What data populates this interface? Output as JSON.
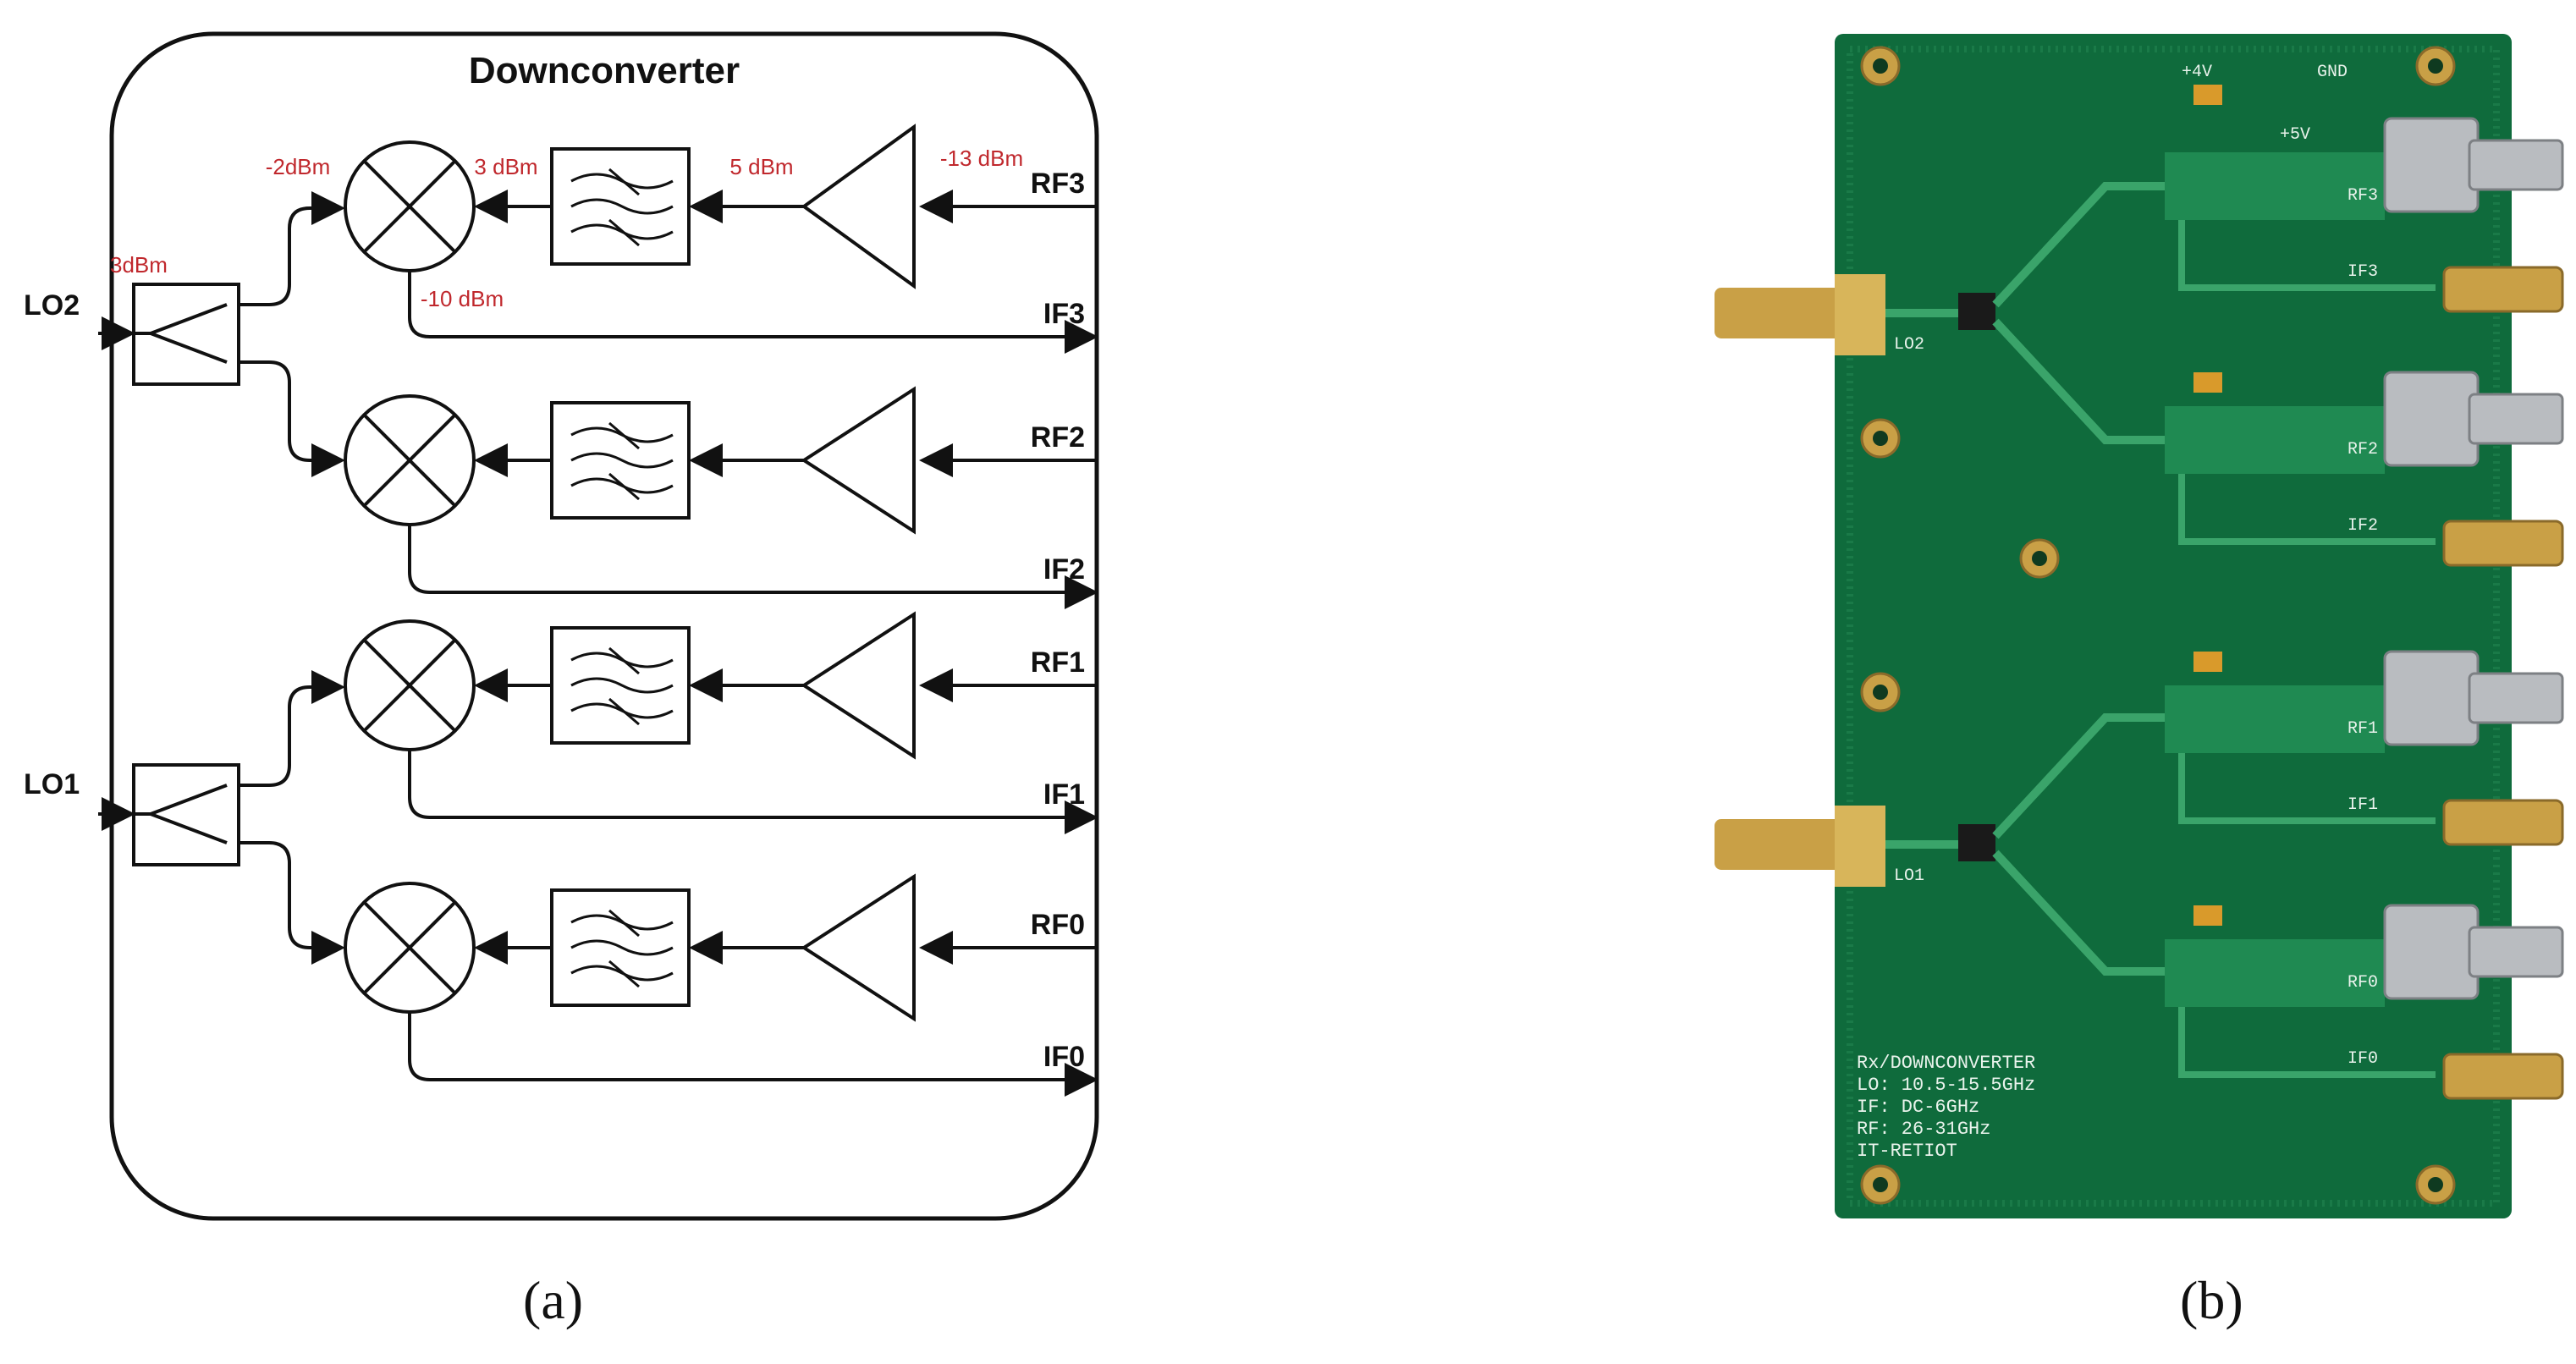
{
  "panel_a": {
    "title": "Downconverter",
    "lo_inputs": [
      "LO2",
      "LO1"
    ],
    "lo_power_label": "3dBm",
    "channels": [
      {
        "rf": "RF3",
        "if": "IF3"
      },
      {
        "rf": "RF2",
        "if": "IF2"
      },
      {
        "rf": "RF1",
        "if": "IF1"
      },
      {
        "rf": "RF0",
        "if": "IF0"
      }
    ],
    "power_levels": {
      "mixer_lo": "-2dBm",
      "mixer_rf": "3 dBm",
      "filter_in": "5 dBm",
      "rf_in": "-13 dBm",
      "if_out": "-10 dBm"
    },
    "caption": "(a)"
  },
  "panel_b": {
    "connector_labels": [
      "RF3",
      "IF3",
      "RF2",
      "IF2",
      "RF1",
      "IF1",
      "RF0",
      "IF0"
    ],
    "lo_labels": [
      "LO2",
      "LO1"
    ],
    "supply_labels": [
      "+4V",
      "+5V",
      "GND"
    ],
    "silkscreen": [
      "Rx/DOWNCONVERTER",
      "LO: 10.5-15.5GHz",
      "IF: DC-6GHz",
      "RF: 26-31GHz",
      "IT-RETIOT"
    ],
    "caption": "(b)"
  },
  "colors": {
    "annotation_red": "#c0282d",
    "line": "#111111",
    "pcb_green": "#0f6b3c",
    "gold": "#c9a046"
  }
}
